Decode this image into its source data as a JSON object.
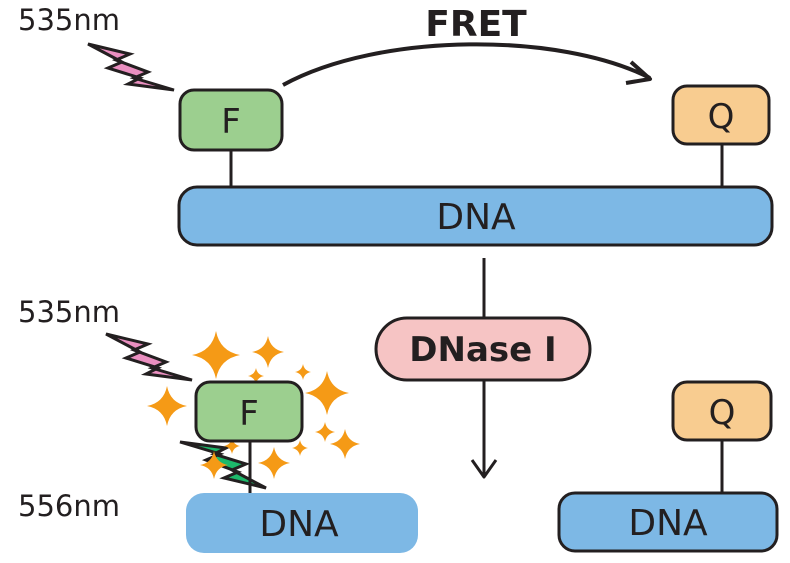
{
  "top": {
    "fret_label": "FRET",
    "excitation_label": "535nm",
    "fluorophore_label": "F",
    "quencher_label": "Q",
    "dna_label": "DNA"
  },
  "enzyme": {
    "label": "DNase I"
  },
  "bottom": {
    "excitation_label": "535nm",
    "emission_label": "556nm",
    "fluorophore_label": "F",
    "dna_left_label": "DNA",
    "quencher_label": "Q",
    "dna_right_label": "DNA"
  },
  "colors": {
    "fluorophore": "#9ccf8f",
    "quencher": "#f8cc90",
    "dna": "#7db8e5",
    "enzyme": "#f6c4c4",
    "excitation_bolt": "#ea8fc0",
    "emission_bolt": "#1db96b",
    "sparkle": "#f59a16",
    "stroke": "#231f20"
  },
  "icons": {
    "excitation": "lightning-bolt-icon",
    "emission": "lightning-bolt-icon",
    "fluorescence": "sparkle-icon"
  }
}
